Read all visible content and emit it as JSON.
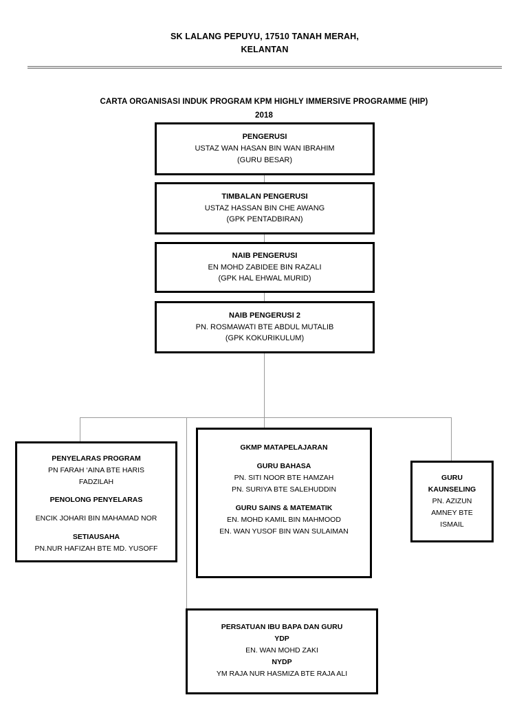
{
  "header": {
    "line1": "SK LALANG PEPUYU, 17510 TANAH MERAH,",
    "line2": "KELANTAN"
  },
  "chart_title": {
    "line1": "CARTA  ORGANISASI  INDUK  PROGRAM  KPM HIGHLY  IMMERSIVE PROGRAMME  (HIP)",
    "line2": "2018"
  },
  "boxes": {
    "pengerusi": {
      "title": "PENGERUSI",
      "name": "USTAZ WAN HASAN BIN WAN IBRAHIM",
      "role": "(GURU BESAR)"
    },
    "timbalan_pengerusi": {
      "title": "TIMBALAN PENGERUSI",
      "name": "USTAZ HASSAN BIN CHE AWANG",
      "role": "(GPK PENTADBIRAN)"
    },
    "naib_pengerusi": {
      "title": "NAIB PENGERUSI",
      "name": "EN MOHD ZABIDEE BIN RAZALI",
      "role": "(GPK HAL EHWAL MURID)"
    },
    "naib_pengerusi_2": {
      "title": "NAIB PENGERUSI 2",
      "name": "PN. ROSMAWATI BTE ABDUL MUTALIB",
      "role": "(GPK KOKURIKULUM)"
    },
    "penyelaras_program": {
      "title": "PENYELARAS  PROGRAM",
      "name_line1": "PN FARAH ‘AINA BTE HARIS",
      "name_line2": "FADZILAH",
      "subtitle1": "PENOLONG  PENYELARAS",
      "subname1": "ENCIK JOHARI BIN MAHAMAD NOR",
      "subtitle2": "SETIAUSAHA",
      "subname2": "PN.NUR HAFIZAH BTE MD. YUSOFF"
    },
    "gkmp_matapelajaran": {
      "title": "GKMP  MATAPELAJARAN",
      "group1_title": "GURU BAHASA",
      "group1_member1": "PN. SITI NOOR BTE HAMZAH",
      "group1_member2": "PN. SURIYA BTE SALEHUDDIN",
      "group2_title": "GURU SAINS & MATEMATIK",
      "group2_member1": "EN. MOHD KAMIL BIN MAHMOOD",
      "group2_member2": "EN. WAN YUSOF BIN WAN SULAIMAN"
    },
    "guru_kaunseling": {
      "title_line1": "GURU",
      "title_line2": "KAUNSELING",
      "name_line1": "PN. AZIZUN",
      "name_line2": "AMNEY BTE",
      "name_line3": "ISMAIL"
    },
    "pibg": {
      "title": "PERSATUAN  IBU  BAPA  DAN  GURU",
      "role1": "YDP",
      "name1": "EN. WAN MOHD ZAKI",
      "role2": "NYDP",
      "name2": "YM RAJA NUR HASMIZA BTE RAJA ALI"
    }
  },
  "colors": {
    "box_border": "#000000",
    "connector": "#9a9a9a",
    "rule": "#808080",
    "text": "#000000",
    "background": "#ffffff"
  }
}
